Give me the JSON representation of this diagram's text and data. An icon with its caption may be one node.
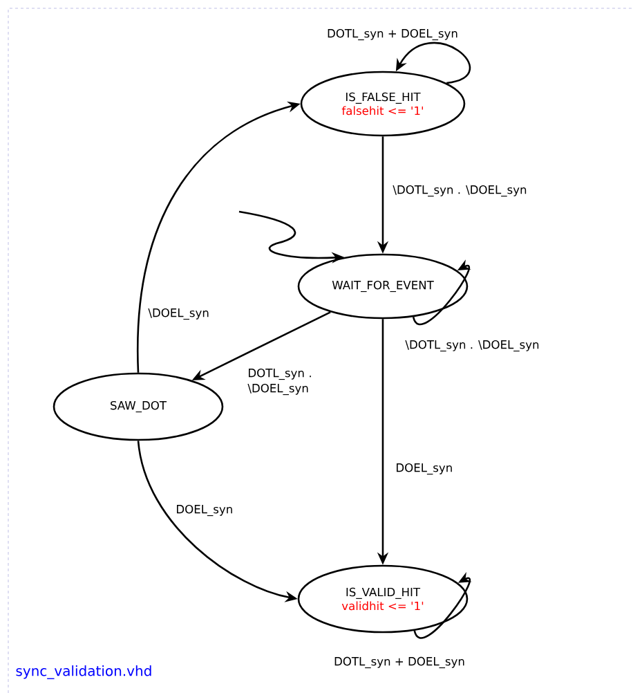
{
  "diagram": {
    "caption": "sync_validation.vhd",
    "nodes": [
      {
        "text": [
          "IS_FALSE_HIT",
          "falsehit <= '1'"
        ]
      },
      {
        "text": [
          "WAIT_FOR_EVENT"
        ]
      },
      {
        "text": [
          "SAW_DOT"
        ]
      },
      {
        "text": [
          "IS_VALID_HIT",
          "validhit <= '1'"
        ]
      }
    ],
    "edges": [
      {
        "from": 0,
        "to": 0,
        "arrow": "to",
        "label": "DOTL_syn + DOEL_syn"
      },
      {
        "from": 0,
        "to": 1,
        "arrow": "to",
        "label": "\\DOTL_syn . \\DOEL_syn"
      },
      {
        "from": null,
        "to": 1,
        "arrow": "to"
      },
      {
        "from": 1,
        "to": 1,
        "arrow": "to",
        "label": "\\DOTL_syn . \\DOEL_syn"
      },
      {
        "from": 1,
        "to": 2,
        "arrow": "to",
        "label": "DOTL_syn . \\DOEL_syn"
      },
      {
        "from": 2,
        "to": 0,
        "arrow": "to",
        "label": "\\DOEL_syn"
      },
      {
        "from": 1,
        "to": 3,
        "arrow": "to",
        "label": "DOEL_syn"
      },
      {
        "from": 2,
        "to": 3,
        "arrow": "to",
        "label": "DOEL_syn"
      },
      {
        "from": 3,
        "to": 3,
        "arrow": "to",
        "label": "DOTL_syn + DOEL_syn"
      }
    ]
  }
}
